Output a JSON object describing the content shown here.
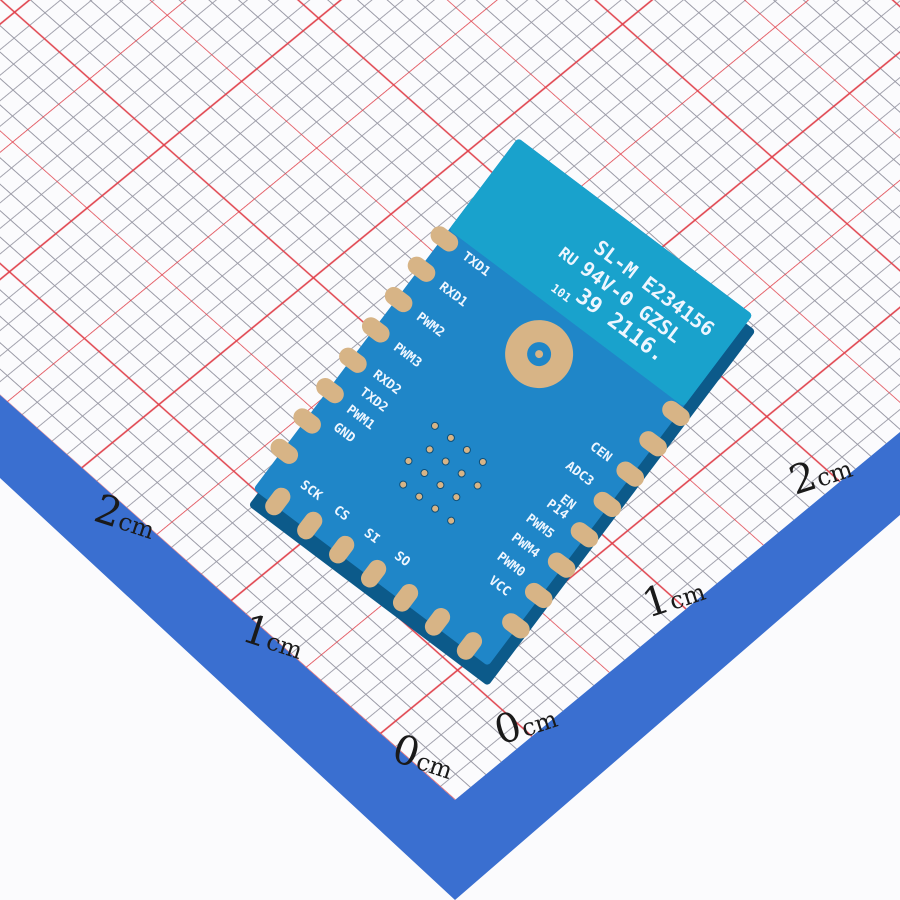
{
  "colors": {
    "background": "#fbfbfd",
    "grid_minor": "#9a9aa6",
    "grid_major": "#e0404a",
    "ruler_band": "#3a6fd0",
    "pcb_blue": "#1f86c8",
    "pcb_antenna": "#19a2cc",
    "pad_gold": "#d7b486"
  },
  "ruler": {
    "left_labels": [
      {
        "num": "2",
        "unit": "cm"
      },
      {
        "num": "1",
        "unit": "cm"
      },
      {
        "num": "0",
        "unit": "cm"
      }
    ],
    "right_labels": [
      {
        "num": "0",
        "unit": "cm"
      },
      {
        "num": "1",
        "unit": "cm"
      },
      {
        "num": "2",
        "unit": "cm"
      }
    ]
  },
  "module": {
    "marking_lines": [
      "SL-M  E234156",
      "94V-0 GZSL",
      "39 2116."
    ],
    "ul_mark": "RU",
    "date_code": "101",
    "left_pins": [
      "TXD1",
      "RXD1",
      "PWM2",
      "PWM3",
      "RXD2",
      "TXD2",
      "PWM1",
      "GND"
    ],
    "right_pins": [
      "CEN",
      "ADC3",
      "EN",
      "P14",
      "PWM5",
      "PWM4",
      "PWM0",
      "VCC"
    ],
    "bottom_pins": [
      "SCK",
      "CS",
      "SI",
      "SO"
    ]
  }
}
